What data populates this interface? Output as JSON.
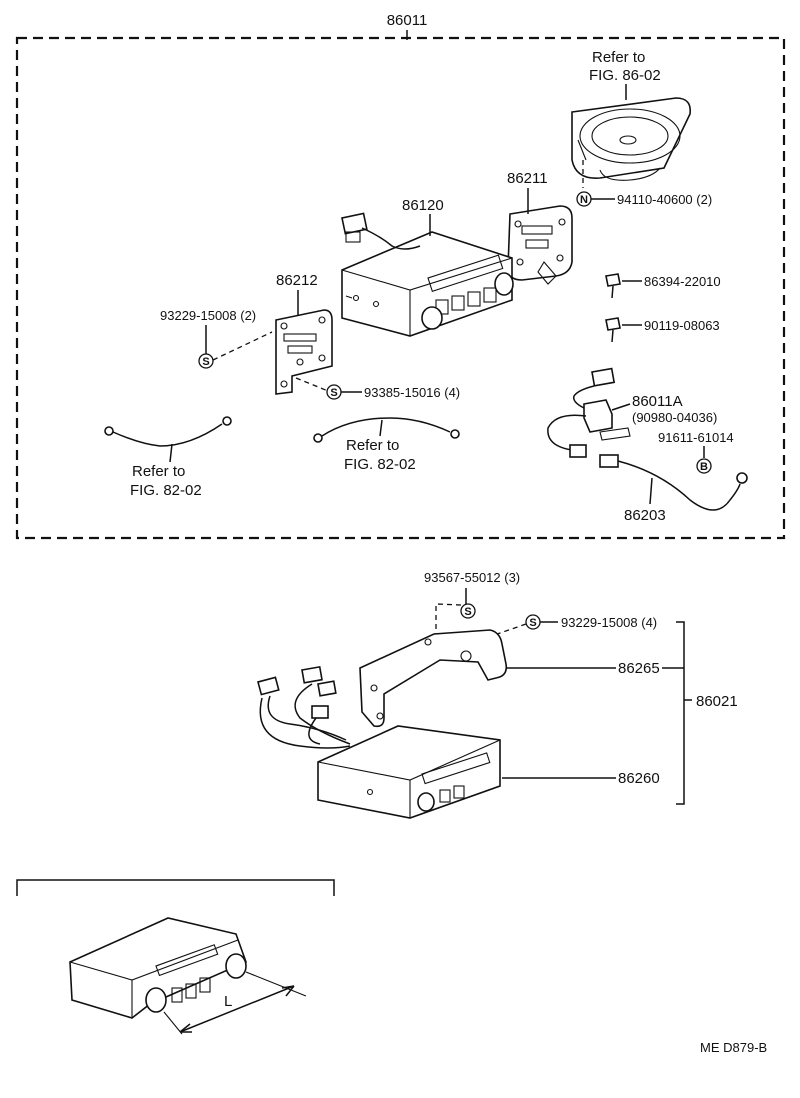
{
  "assemblies": {
    "top_assembly": "86011",
    "lower_assembly": "86021",
    "drawing_code": "ME  D879-B"
  },
  "parts": {
    "speaker_ref_line1": "Refer to",
    "speaker_ref_line2": "FIG. 86-02",
    "screw_speaker": "94110-40600 (2)",
    "bracket_right": "86211",
    "radio_receiver": "86120",
    "bracket_left": "86212",
    "screw_bracket_left": "93229-15008 (2)",
    "screw_bracket_lower": "93385-15016 (4)",
    "bolt_upper": "86394-22010",
    "bolt_lower": "90119-08063",
    "relay": "86011A",
    "relay_sub": "(90980-04036)",
    "screw_relay": "91611-61014",
    "wire_harness": "86203",
    "cable_left_ref_line1": "Refer to",
    "cable_left_ref_line2": "FIG. 82-02",
    "cable_mid_ref_line1": "Refer to",
    "cable_mid_ref_line2": "FIG. 82-02",
    "screw_lower_bracket_top": "93567-55012 (3)",
    "screw_lower_bracket_side": "93229-15008 (4)",
    "lower_bracket": "86265",
    "lower_radio": "86260",
    "dimension_label": "L"
  },
  "symbols": {
    "s": "S",
    "n": "N",
    "b": "B"
  }
}
